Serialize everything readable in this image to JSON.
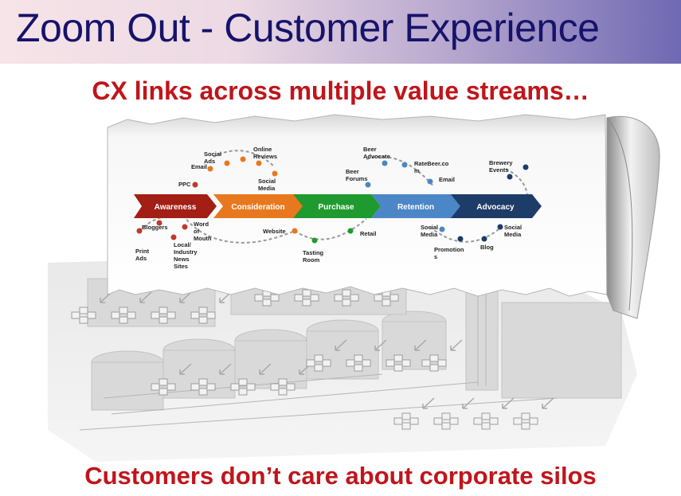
{
  "title": "Zoom Out - Customer Experience",
  "subtitle_top": "CX links across multiple value streams…",
  "subtitle_bottom": "Customers don’t care about corporate silos",
  "stages": [
    {
      "label": "Awareness",
      "color": "#a31e14"
    },
    {
      "label": "Consideration",
      "color": "#e8781e"
    },
    {
      "label": "Purchase",
      "color": "#1f9a2e"
    },
    {
      "label": "Retention",
      "color": "#4b86c6"
    },
    {
      "label": "Advocacy",
      "color": "#1d3c68"
    }
  ],
  "touchpoints": {
    "social_ads": "Social Ads",
    "email1": "Email",
    "ppc": "PPC",
    "online_reviews": "Online Reviews",
    "social_media1": "Social Media",
    "bloggers": "Bloggers",
    "word_of_mouth": "Word of Mouth",
    "print_ads": "Print Ads",
    "local_news": "Local/ Industry News Sites",
    "website": "Website",
    "tasting_room": "Tasting Room",
    "retail": "Retail",
    "beer_advocate": "Beer Advocate",
    "beer_forums": "Beer Forums",
    "ratebeer": "RateBeer.co m",
    "email2": "Email",
    "social_media2": "Social Media",
    "promotions": "Promotion s",
    "blog": "Blog",
    "brewery_events": "Brewery Events",
    "social_media3": "Social Media"
  }
}
